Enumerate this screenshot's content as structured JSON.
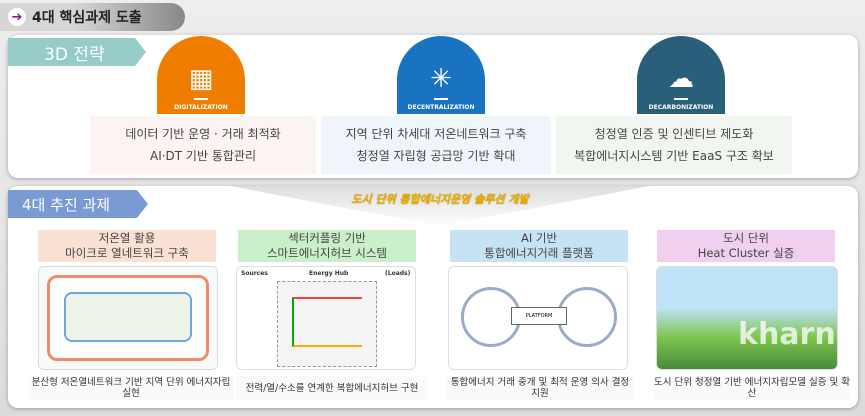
{
  "header": {
    "title": "4대 핵심과제 도출",
    "icon": "arrow-right-icon"
  },
  "strategy": {
    "tag": "3D 전략",
    "pillars": [
      {
        "label": "DIGITALIZATION",
        "icon": "qr-code-icon",
        "color": "#ef7d00",
        "lines": [
          "데이터 기반 운영 · 거래 최적화",
          "AI·DT 기반 통합관리"
        ]
      },
      {
        "label": "DECENTRALIZATION",
        "icon": "network-node-icon",
        "color": "#1a73c0",
        "lines": [
          "지역 단위 차세대 저온네트워크 구축",
          "청정열 자립형 공급망 기반 확대"
        ]
      },
      {
        "label": "DECARBONIZATION",
        "icon": "cloud-icon",
        "color": "#2a5f7a",
        "lines": [
          "청정열 인증 및 인센티브 제도화",
          "복합에너지시스템 기반 EaaS 구조 확보"
        ]
      }
    ]
  },
  "tasks": {
    "tag": "4대 추진 과제",
    "banner": "도시 단위 통합에너지운영 솔루션 개발",
    "items": [
      {
        "title": [
          "저온열 활용",
          "마이크로 열네트워크 구축"
        ],
        "caption": "분산형 저온열네트워크 기반 지역 단위 에너지자립 실현",
        "color": "#fbe1d3"
      },
      {
        "title": [
          "섹터커플링 기반",
          "스마트에너지허브 시스템"
        ],
        "caption": "전력/열/수소를 연계한 복합에너지허브 구현",
        "color": "#c9f0c9"
      },
      {
        "title": [
          "AI 기반",
          "통합에너지거래 플랫폼"
        ],
        "caption": "통합에너지 거래 중개 및 최적 운영 의사 결정 지원",
        "color": "#c6e3f5"
      },
      {
        "title": [
          "도시 단위",
          "Heat Cluster 실증"
        ],
        "caption": "도시 단위 청정열 기반 에너지자립모델 실증 및 확산",
        "color": "#f0d0ee"
      }
    ],
    "hub": {
      "sources": "Sources",
      "hub": "Energy Hub",
      "loads": "(Loads)",
      "platform": "PLATFORM"
    }
  },
  "watermark": "kharn"
}
